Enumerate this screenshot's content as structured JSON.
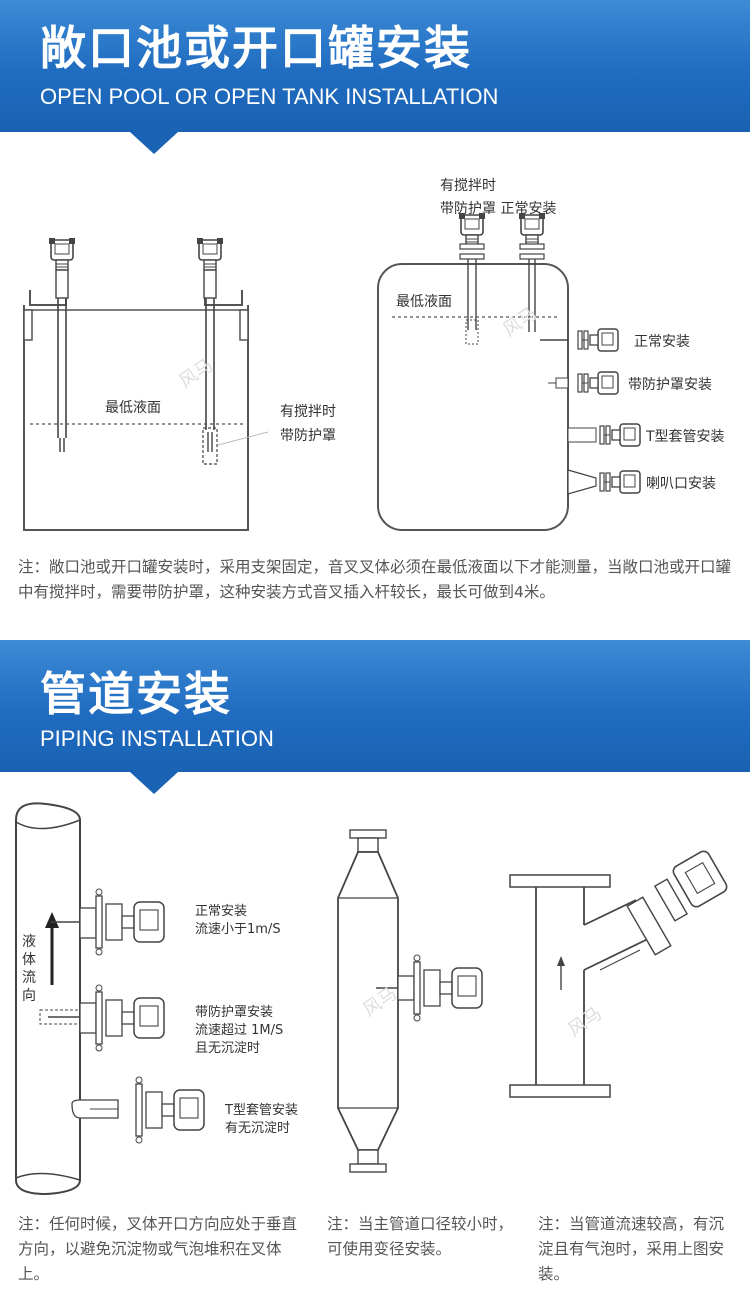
{
  "section1": {
    "title_zh": "敞口池或开口罐安装",
    "title_en": "OPEN POOL OR OPEN TANK INSTALLATION",
    "left_diagram": {
      "min_level": "最低液面",
      "agitator_line1": "有搅拌时",
      "agitator_line2": "带防护罩"
    },
    "right_diagram": {
      "top_label_line1": "有搅拌时",
      "top_label_line2": "带防护罩 正常安装",
      "min_level": "最低液面",
      "side_labels": [
        "正常安装",
        "带防护罩安装",
        "T型套管安装",
        "喇叭口安装"
      ]
    },
    "note": "注：敞口池或开口罐安装时，采用支架固定，音叉叉体必须在最低液面以下才能测量，当敞口池或开口罐中有搅拌时，需要带防护罩，这种安装方式音叉插入杆较长，最长可做到4米。"
  },
  "section2": {
    "title_zh": "管道安装",
    "title_en": "PIPING INSTALLATION",
    "pipe_diagram": {
      "flow_label": [
        "液",
        "体",
        "流",
        "向"
      ],
      "label_normal": [
        "正常安装",
        "流速小于1m/S"
      ],
      "label_guard": [
        "带防护罩安装",
        "流速超过 1M/S",
        "且无沉淀时"
      ],
      "label_tee": [
        "T型套管安装",
        "有无沉淀时"
      ]
    },
    "note_left": "注：任何时候，叉体开口方向应处于垂直方向，以避免沉淀物或气泡堆积在叉体上。",
    "note_mid": "注：当主管道口径较小时，可使用变径安装。",
    "note_right": "注：当管道流速较高，有沉淀且有气泡时，采用上图安装。"
  },
  "watermark": "风马",
  "colors": {
    "banner": "#1f6cc0",
    "line": "#555555",
    "note_text": "#555555"
  }
}
